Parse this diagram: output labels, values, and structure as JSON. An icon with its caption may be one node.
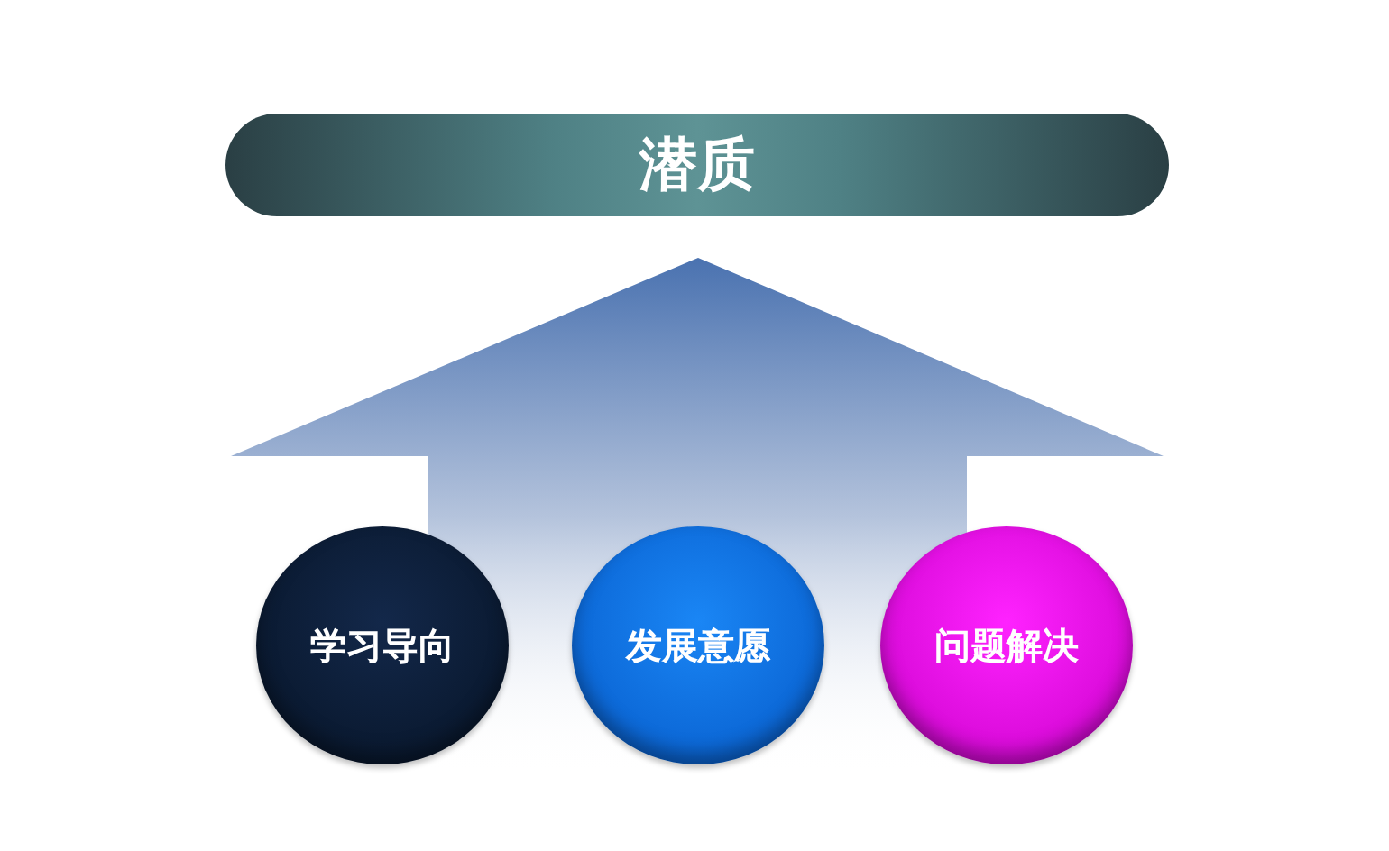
{
  "diagram": {
    "nodes": [
      {
        "text": [
          "潜质"
        ]
      },
      {
        "text": [
          "学习导向"
        ]
      },
      {
        "text": [
          "发展意愿"
        ]
      },
      {
        "text": [
          "问题解决"
        ]
      }
    ],
    "edges": [
      {
        "from": 1,
        "to": 0,
        "arrow": "to"
      },
      {
        "from": 2,
        "to": 0,
        "arrow": "to"
      },
      {
        "from": 3,
        "to": 0,
        "arrow": "to"
      }
    ]
  }
}
